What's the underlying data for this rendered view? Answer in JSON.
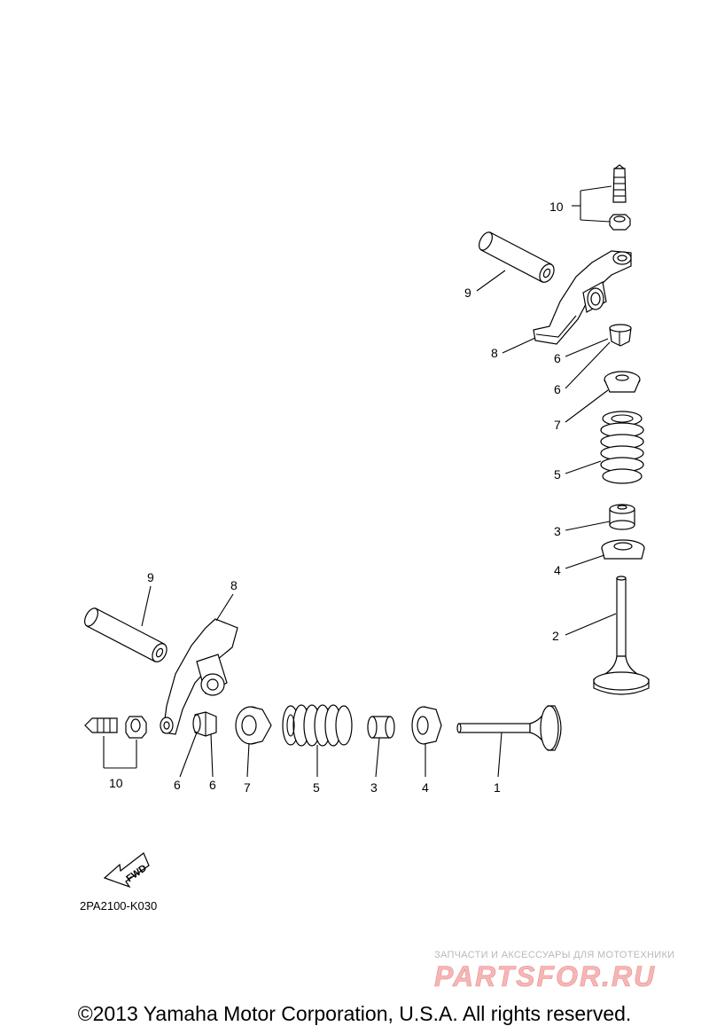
{
  "diagram": {
    "drawing_code": "2PA2100-K030",
    "fwd_label": "FWD",
    "callouts": {
      "valve_exhaust": "1",
      "valve_intake": "2",
      "stem_seal_lower": "3",
      "stem_seal_upper": "3",
      "seat_lower": "4",
      "seat_upper": "4",
      "spring_lower": "5",
      "spring_upper": "5",
      "cotter_lower_a": "6",
      "cotter_lower_b": "6",
      "cotter_upper_a": "6",
      "cotter_upper_b": "6",
      "retainer_lower": "7",
      "retainer_upper": "7",
      "rocker_arm_lower": "8",
      "rocker_arm_upper": "8",
      "rocker_shaft_lower": "9",
      "rocker_shaft_upper": "9",
      "adjuster_lower": "10",
      "adjuster_upper": "10"
    }
  },
  "watermark": {
    "tagline": "ЗАПЧАСТИ И АКСЕССУАРЫ ДЛЯ МОТОТЕХНИКИ",
    "logo_text": "PARTSFOR.RU"
  },
  "copyright": "©2013 Yamaha Motor Corporation, U.S.A. All rights reserved."
}
